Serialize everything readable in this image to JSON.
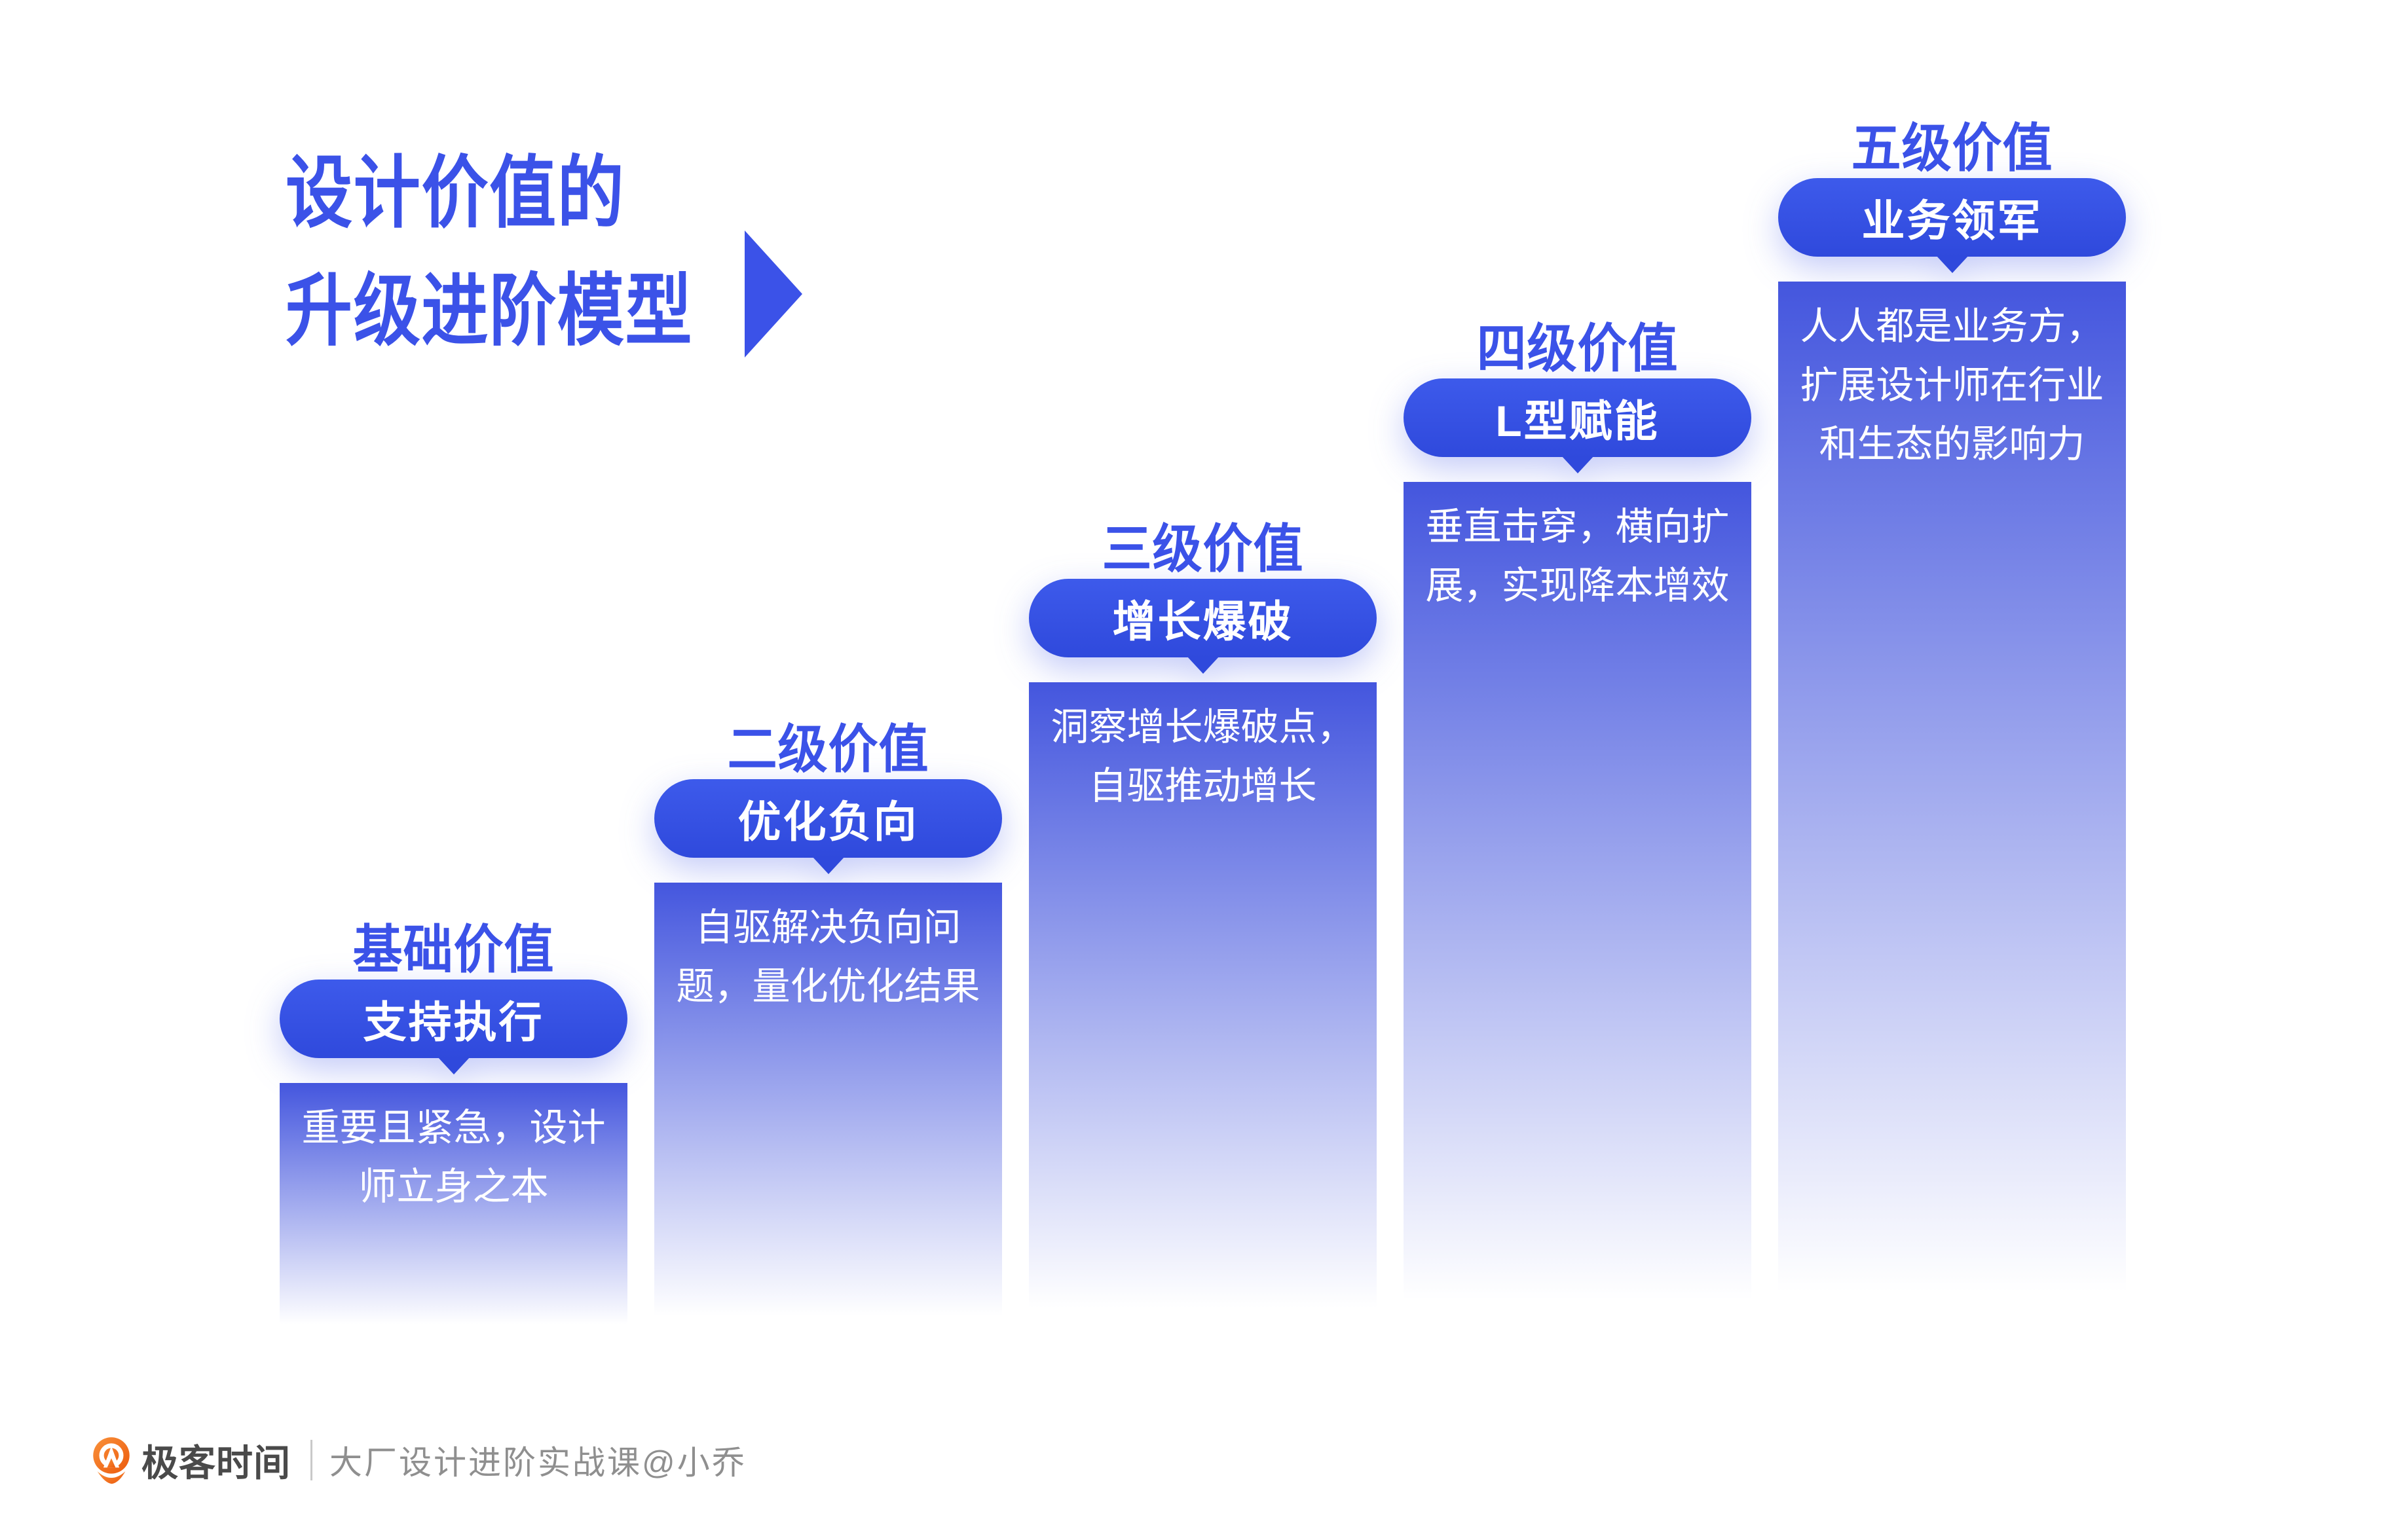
{
  "title": {
    "line1": "设计价值的",
    "line2": "升级进阶模型"
  },
  "levels": [
    {
      "header": "基础价值",
      "pill": "支持执行",
      "desc": "重要且紧急，设计\n师立身之本"
    },
    {
      "header": "二级价值",
      "pill": "优化负向",
      "desc": "自驱解决负向问\n题，量化优化结果"
    },
    {
      "header": "三级价值",
      "pill": "增长爆破",
      "desc": "洞察增长爆破点，\n自驱推动增长"
    },
    {
      "header": "四级价值",
      "pill": "L型赋能",
      "desc": "垂直击穿，横向扩\n展，实现降本增效"
    },
    {
      "header": "五级价值",
      "pill": "业务领军",
      "desc": "人人都是业务方，\n扩展设计师在行业\n和生态的影响力"
    }
  ],
  "footer": {
    "brand": "极客时间",
    "divider": "｜",
    "course": "大厂设计进阶实战课@小乔"
  },
  "icons": {
    "title_arrow": "play-triangle-icon",
    "logo": "geektime-logo"
  },
  "colors": {
    "accent_blue": "#3B52E8",
    "pill_blue_top": "#3D5AEB",
    "pill_blue_bottom": "#2F49DC",
    "bar_top_blue": "#4456DE",
    "brand_gray": "#4A4A4A",
    "muted_gray": "#8F8F8F",
    "divider_gray": "#C9C9C9",
    "logo_orange_light": "#F9913B",
    "logo_orange_dark": "#EC5A0C"
  }
}
